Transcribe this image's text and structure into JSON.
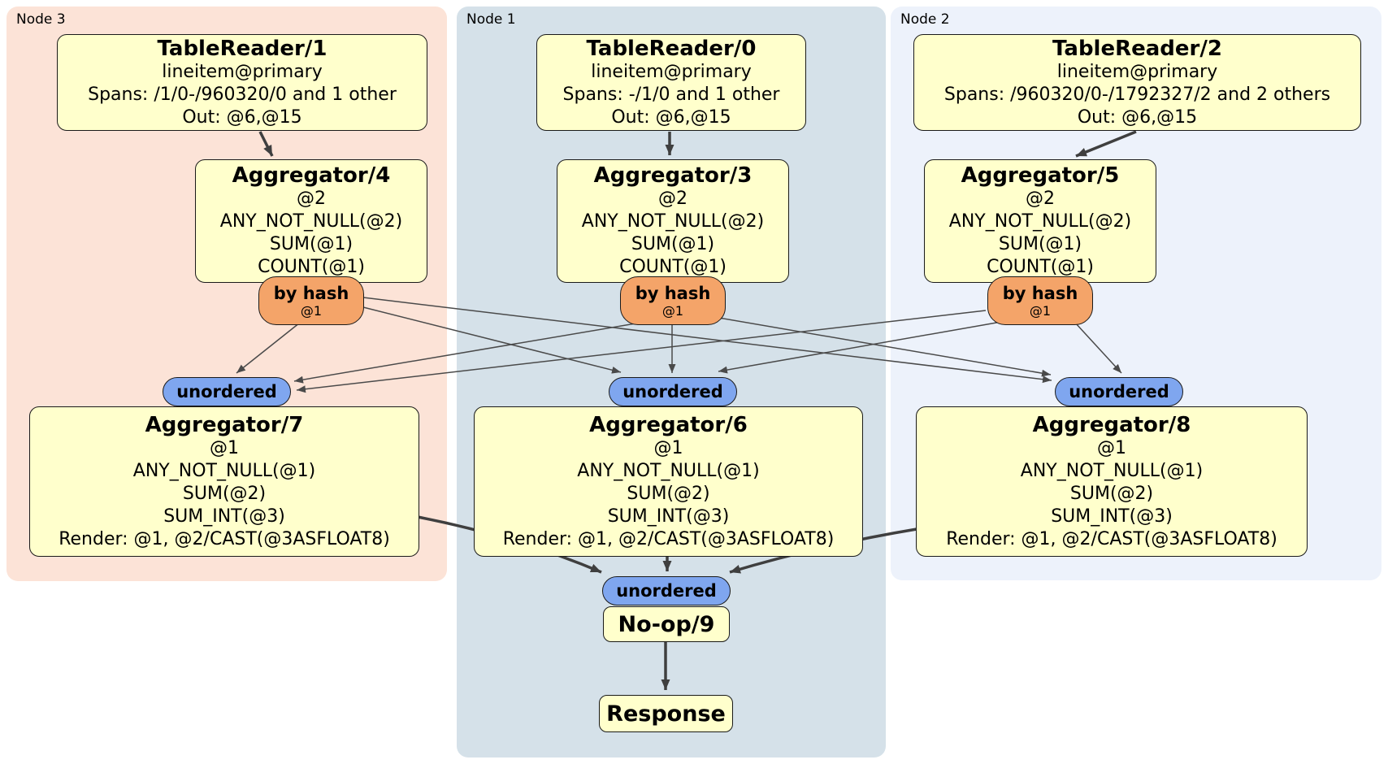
{
  "colors": {
    "node3_bg": "#FCE3D7",
    "node1_bg": "#D5E1E9",
    "node2_bg": "#EDF2FB",
    "box_fill": "#FFFFCC",
    "router_fill": "#F4A469",
    "sync_fill": "#7FA6EF",
    "edge": "#3F3F3F"
  },
  "regions": {
    "node3": {
      "label": "Node 3"
    },
    "node1": {
      "label": "Node 1"
    },
    "node2": {
      "label": "Node 2"
    }
  },
  "boxes": {
    "tr1": {
      "title": "TableReader/1",
      "lines": [
        "lineitem@primary",
        "Spans: /1/0-/960320/0 and 1 other",
        "Out: @6,@15"
      ]
    },
    "tr0": {
      "title": "TableReader/0",
      "lines": [
        "lineitem@primary",
        "Spans: -/1/0 and 1 other",
        "Out: @6,@15"
      ]
    },
    "tr2": {
      "title": "TableReader/2",
      "lines": [
        "lineitem@primary",
        "Spans: /960320/0-/1792327/2 and 2 others",
        "Out: @6,@15"
      ]
    },
    "agg4": {
      "title": "Aggregator/4",
      "lines": [
        "@2",
        "ANY_NOT_NULL(@2)",
        "SUM(@1)",
        "COUNT(@1)"
      ]
    },
    "agg3": {
      "title": "Aggregator/3",
      "lines": [
        "@2",
        "ANY_NOT_NULL(@2)",
        "SUM(@1)",
        "COUNT(@1)"
      ]
    },
    "agg5": {
      "title": "Aggregator/5",
      "lines": [
        "@2",
        "ANY_NOT_NULL(@2)",
        "SUM(@1)",
        "COUNT(@1)"
      ]
    },
    "agg7": {
      "title": "Aggregator/7",
      "lines": [
        "@1",
        "ANY_NOT_NULL(@1)",
        "SUM(@2)",
        "SUM_INT(@3)",
        "Render: @1, @2/CAST(@3ASFLOAT8)"
      ]
    },
    "agg6": {
      "title": "Aggregator/6",
      "lines": [
        "@1",
        "ANY_NOT_NULL(@1)",
        "SUM(@2)",
        "SUM_INT(@3)",
        "Render: @1, @2/CAST(@3ASFLOAT8)"
      ]
    },
    "agg8": {
      "title": "Aggregator/8",
      "lines": [
        "@1",
        "ANY_NOT_NULL(@1)",
        "SUM(@2)",
        "SUM_INT(@3)",
        "Render: @1, @2/CAST(@3ASFLOAT8)"
      ]
    },
    "noop": {
      "title": "No-op/9"
    },
    "response": {
      "title": "Response"
    }
  },
  "routers": {
    "label": "by hash",
    "detail": "@1"
  },
  "syncs": {
    "label": "unordered"
  }
}
